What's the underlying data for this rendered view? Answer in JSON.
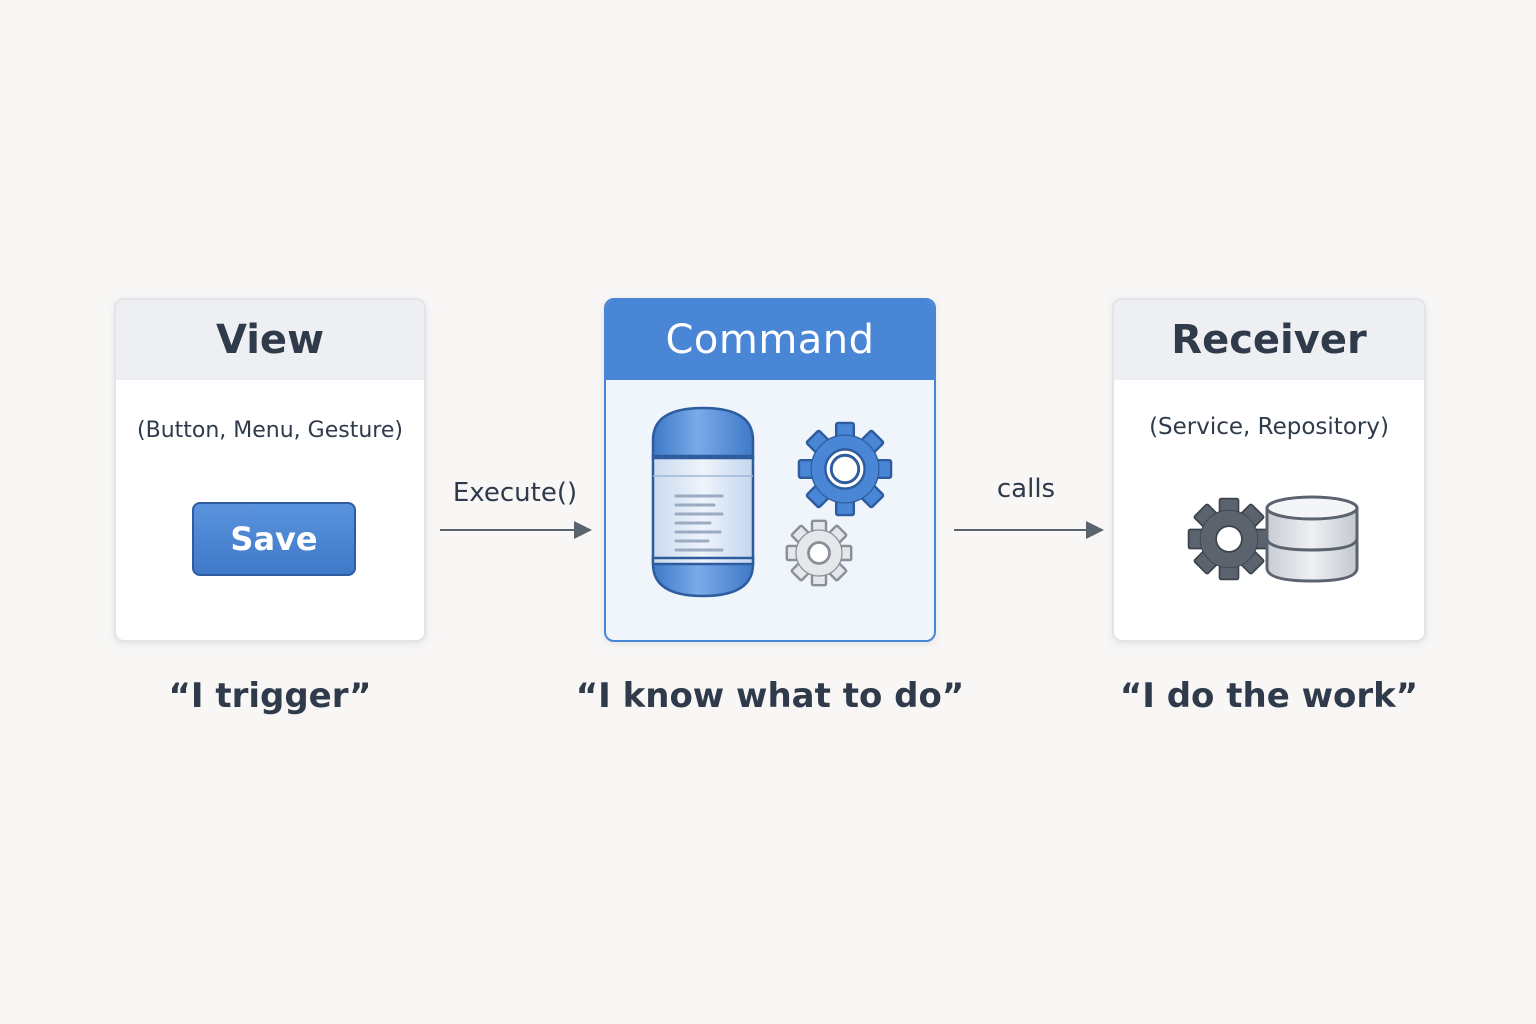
{
  "view": {
    "title": "View",
    "subtitle": "(Button, Menu, Gesture)",
    "button_label": "Save",
    "caption": "“I trigger”"
  },
  "command": {
    "title": "Command",
    "caption": "“I know what to do”",
    "icons": [
      "capsule-document-icon",
      "gear-blue-icon",
      "gear-gray-icon"
    ]
  },
  "receiver": {
    "title": "Receiver",
    "subtitle": "(Service, Repository)",
    "caption": "“I do the work”",
    "icons": [
      "gear-dark-icon",
      "database-icon"
    ]
  },
  "arrows": {
    "view_to_command": "Execute()",
    "command_to_receiver": "calls"
  },
  "colors": {
    "accent": "#4a86d6",
    "text": "#2f3a4a",
    "header_gray": "#eeeff2",
    "icon_gray": "#5b636e"
  }
}
